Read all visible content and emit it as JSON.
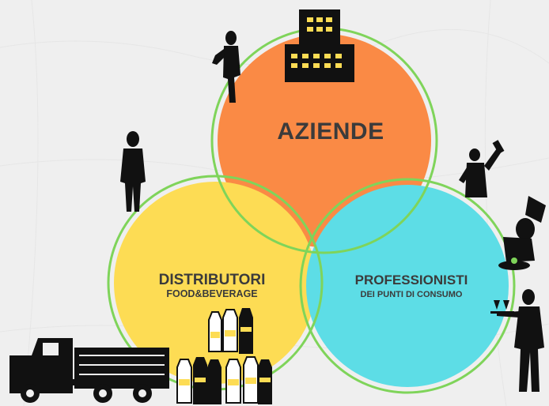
{
  "diagram": {
    "circles": [
      {
        "id": "aziende",
        "title": "AZIENDE",
        "subtitle": "",
        "fill": "#fa8a45"
      },
      {
        "id": "distributori",
        "title": "DISTRIBUTORI",
        "subtitle": "FOOD&BEVERAGE",
        "fill": "#fddc54"
      },
      {
        "id": "professionisti",
        "title": "PROFESSIONISTI",
        "subtitle": "DEI PUNTI DI CONSUMO",
        "fill": "#5ddde6"
      }
    ],
    "ring_color": "#7fd45a",
    "silhouette_color": "#111111",
    "icons": [
      "office-building-icon",
      "businesswoman-icon",
      "businessman-icon",
      "truck-icon",
      "bottles-icon",
      "bartender-icon",
      "chef-icon",
      "waiter-icon"
    ]
  }
}
